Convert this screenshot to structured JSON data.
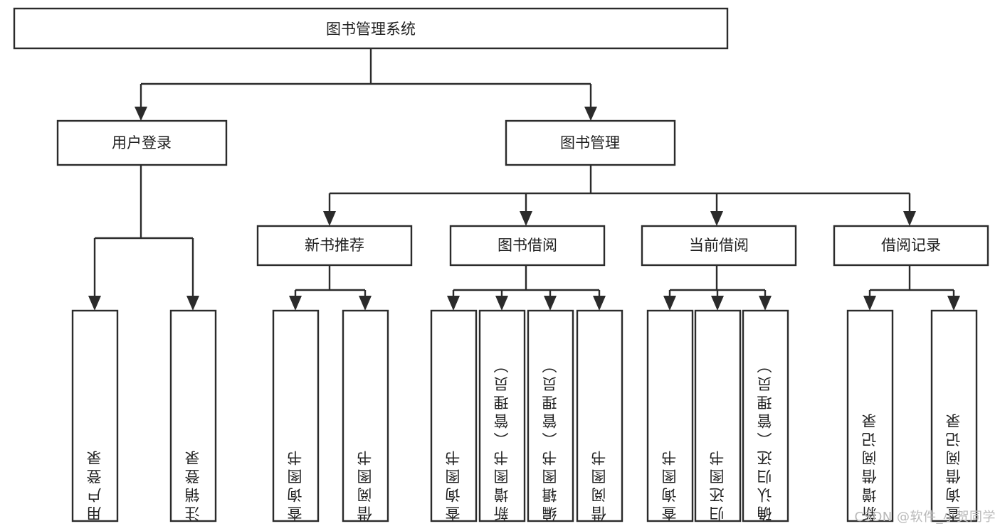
{
  "diagram": {
    "type": "tree-hierarchy",
    "title": "图书管理系统",
    "root": {
      "id": "root",
      "label": "图书管理系统",
      "orientation": "horizontal"
    },
    "level2": [
      {
        "id": "user-login",
        "label": "用户登录",
        "orientation": "horizontal"
      },
      {
        "id": "book-manage",
        "label": "图书管理",
        "orientation": "horizontal"
      }
    ],
    "level3": [
      {
        "id": "new-book-rec",
        "label": "新书推荐",
        "parent": "book-manage",
        "orientation": "horizontal"
      },
      {
        "id": "book-borrow",
        "label": "图书借阅",
        "parent": "book-manage",
        "orientation": "horizontal"
      },
      {
        "id": "current-borrow",
        "label": "当前借阅",
        "parent": "book-manage",
        "orientation": "horizontal"
      },
      {
        "id": "borrow-record",
        "label": "借阅记录",
        "parent": "book-manage",
        "orientation": "horizontal"
      }
    ],
    "leaves": [
      {
        "id": "leaf-user-login",
        "label": "用户登录",
        "parent": "user-login",
        "orientation": "vertical"
      },
      {
        "id": "leaf-logout",
        "label": "注销登录",
        "parent": "user-login",
        "orientation": "vertical"
      },
      {
        "id": "leaf-query-book-1",
        "label": "查询图书",
        "parent": "new-book-rec",
        "orientation": "vertical"
      },
      {
        "id": "leaf-borrow-book-1",
        "label": "借阅图书",
        "parent": "new-book-rec",
        "orientation": "vertical"
      },
      {
        "id": "leaf-query-book-2",
        "label": "查询图书",
        "parent": "book-borrow",
        "orientation": "vertical"
      },
      {
        "id": "leaf-add-book",
        "label": "新增图书（管理员）",
        "parent": "book-borrow",
        "orientation": "vertical"
      },
      {
        "id": "leaf-edit-book",
        "label": "编辑图书（管理员）",
        "parent": "book-borrow",
        "orientation": "vertical"
      },
      {
        "id": "leaf-borrow-book-2",
        "label": "借阅图书",
        "parent": "book-borrow",
        "orientation": "vertical"
      },
      {
        "id": "leaf-query-book-3",
        "label": "查询图书",
        "parent": "current-borrow",
        "orientation": "vertical"
      },
      {
        "id": "leaf-return-book",
        "label": "归还图书",
        "parent": "current-borrow",
        "orientation": "vertical"
      },
      {
        "id": "leaf-confirm-return",
        "label": "确认归还（管理员）",
        "parent": "current-borrow",
        "orientation": "vertical"
      },
      {
        "id": "leaf-add-record",
        "label": "新增借阅记录",
        "parent": "borrow-record",
        "orientation": "vertical"
      },
      {
        "id": "leaf-query-record",
        "label": "查询借阅记录",
        "parent": "borrow-record",
        "orientation": "vertical"
      }
    ],
    "colors": {
      "stroke": "#2b2b2b",
      "fill": "#ffffff",
      "text": "#1f1f1f",
      "watermark": "#b9b9b9"
    }
  },
  "watermark": {
    "text": "CSDN @软件_小贺同学"
  }
}
